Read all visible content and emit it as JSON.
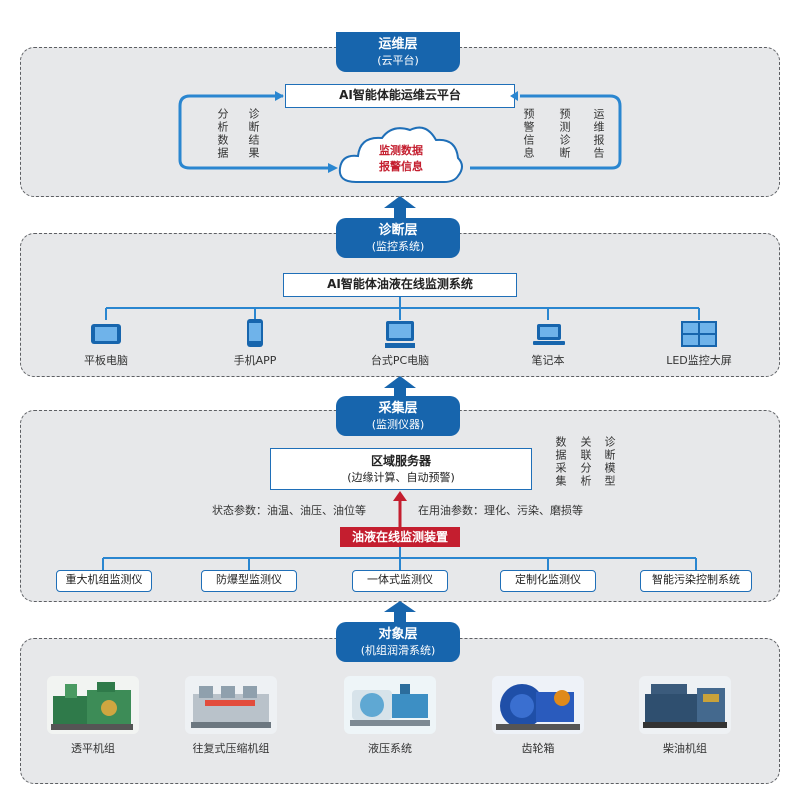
{
  "ops_layer": {
    "tab_title": "运维层",
    "tab_sub": "(云平台)",
    "platform": "AI智能体能运维云平台",
    "left_col1": "分析数据",
    "left_col2": "诊断结果",
    "right_col1": "预警信息",
    "right_col2": "预测诊断",
    "right_col3": "运维报告",
    "cloud_line1": "监测数据",
    "cloud_line2": "报警信息"
  },
  "diag_layer": {
    "tab_title": "诊断层",
    "tab_sub": "(监控系统)",
    "system": "AI智能体油液在线监测系统",
    "devices": [
      "平板电脑",
      "手机APP",
      "台式PC电脑",
      "笔记本",
      "LED监控大屏"
    ]
  },
  "collect_layer": {
    "tab_title": "采集层",
    "tab_sub": "(监测仪器)",
    "server_title": "区域服务器",
    "server_sub": "(边缘计算、自动预警)",
    "side_col1": "数据采集",
    "side_col2": "关联分析",
    "side_col3": "诊断模型",
    "status_params": "状态参数：油温、油压、油位等",
    "oil_params": "在用油参数：理化、污染、磨损等",
    "device": "油液在线监测装置",
    "instruments": [
      "重大机组监测仪",
      "防爆型监测仪",
      "一体式监测仪",
      "定制化监测仪",
      "智能污染控制系统"
    ]
  },
  "object_layer": {
    "tab_title": "对象层",
    "tab_sub": "(机组润滑系统)",
    "objects": [
      "透平机组",
      "往复式压缩机组",
      "液压系统",
      "齿轮箱",
      "柴油机组"
    ]
  },
  "colors": {
    "blue": "#1765ad",
    "red": "#c41e2f",
    "panel": "#e7e8ea"
  }
}
